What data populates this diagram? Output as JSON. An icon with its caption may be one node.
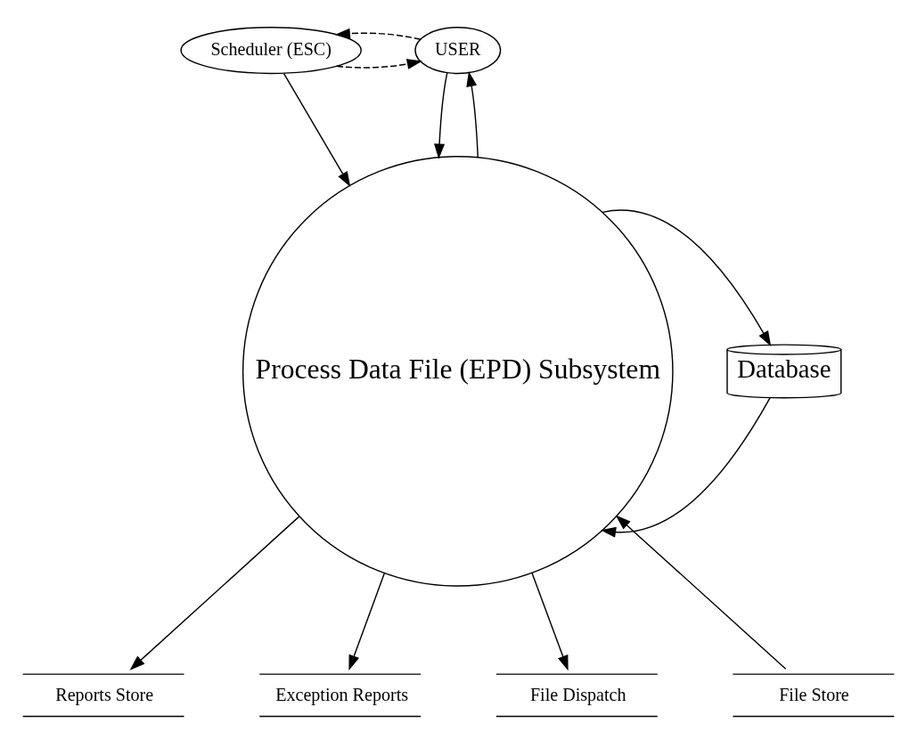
{
  "diagram": {
    "nodes": [
      {
        "text": [
          "Scheduler (ESC)"
        ]
      },
      {
        "text": [
          "USER"
        ]
      },
      {
        "text": [
          "Database"
        ]
      },
      {
        "text": [
          "Process Data File (EPD) Subsystem"
        ]
      },
      {
        "text": [
          "File Store"
        ]
      },
      {
        "text": [
          "Reports Store"
        ]
      },
      {
        "text": [
          "Exception Reports"
        ]
      },
      {
        "text": [
          "File Dispatch"
        ]
      }
    ],
    "edges": [
      {
        "from": 0,
        "to": 1,
        "arrow": "to",
        "style": "dashed"
      },
      {
        "from": 1,
        "to": 0,
        "arrow": "to",
        "style": "dashed"
      },
      {
        "from": 0,
        "to": 3,
        "arrow": "to"
      },
      {
        "from": 2,
        "to": 3,
        "arrow": "to"
      },
      {
        "from": 3,
        "to": 2,
        "arrow": "to"
      },
      {
        "from": 1,
        "to": 3,
        "arrow": "to"
      },
      {
        "from": 3,
        "to": 1,
        "arrow": "to"
      },
      {
        "from": 4,
        "to": 3,
        "arrow": "to"
      },
      {
        "from": 3,
        "to": 5,
        "arrow": "to"
      },
      {
        "from": 3,
        "to": 6,
        "arrow": "to"
      },
      {
        "from": 3,
        "to": 7,
        "arrow": "to"
      }
    ]
  }
}
